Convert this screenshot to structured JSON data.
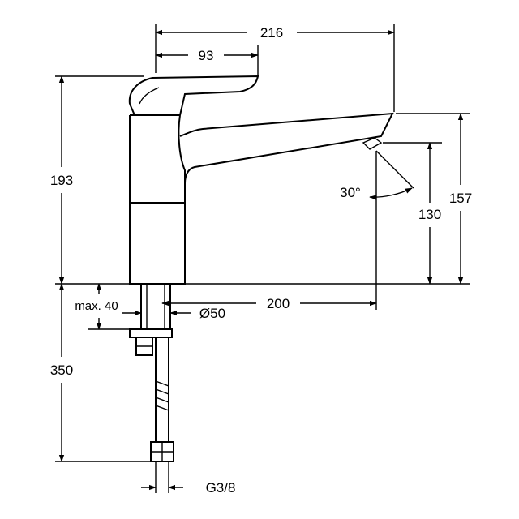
{
  "dimensions": {
    "total_reach": "216",
    "lever_reach": "93",
    "body_height": "193",
    "spout_height": "157",
    "aerator_height": "130",
    "swivel_angle": "30°",
    "spout_projection": "200",
    "max_deck_thickness": "max. 40",
    "base_diameter": "Ø50",
    "hose_length": "350",
    "thread_size": "G3/8"
  },
  "colors": {
    "line": "#000000",
    "background": "#ffffff"
  }
}
